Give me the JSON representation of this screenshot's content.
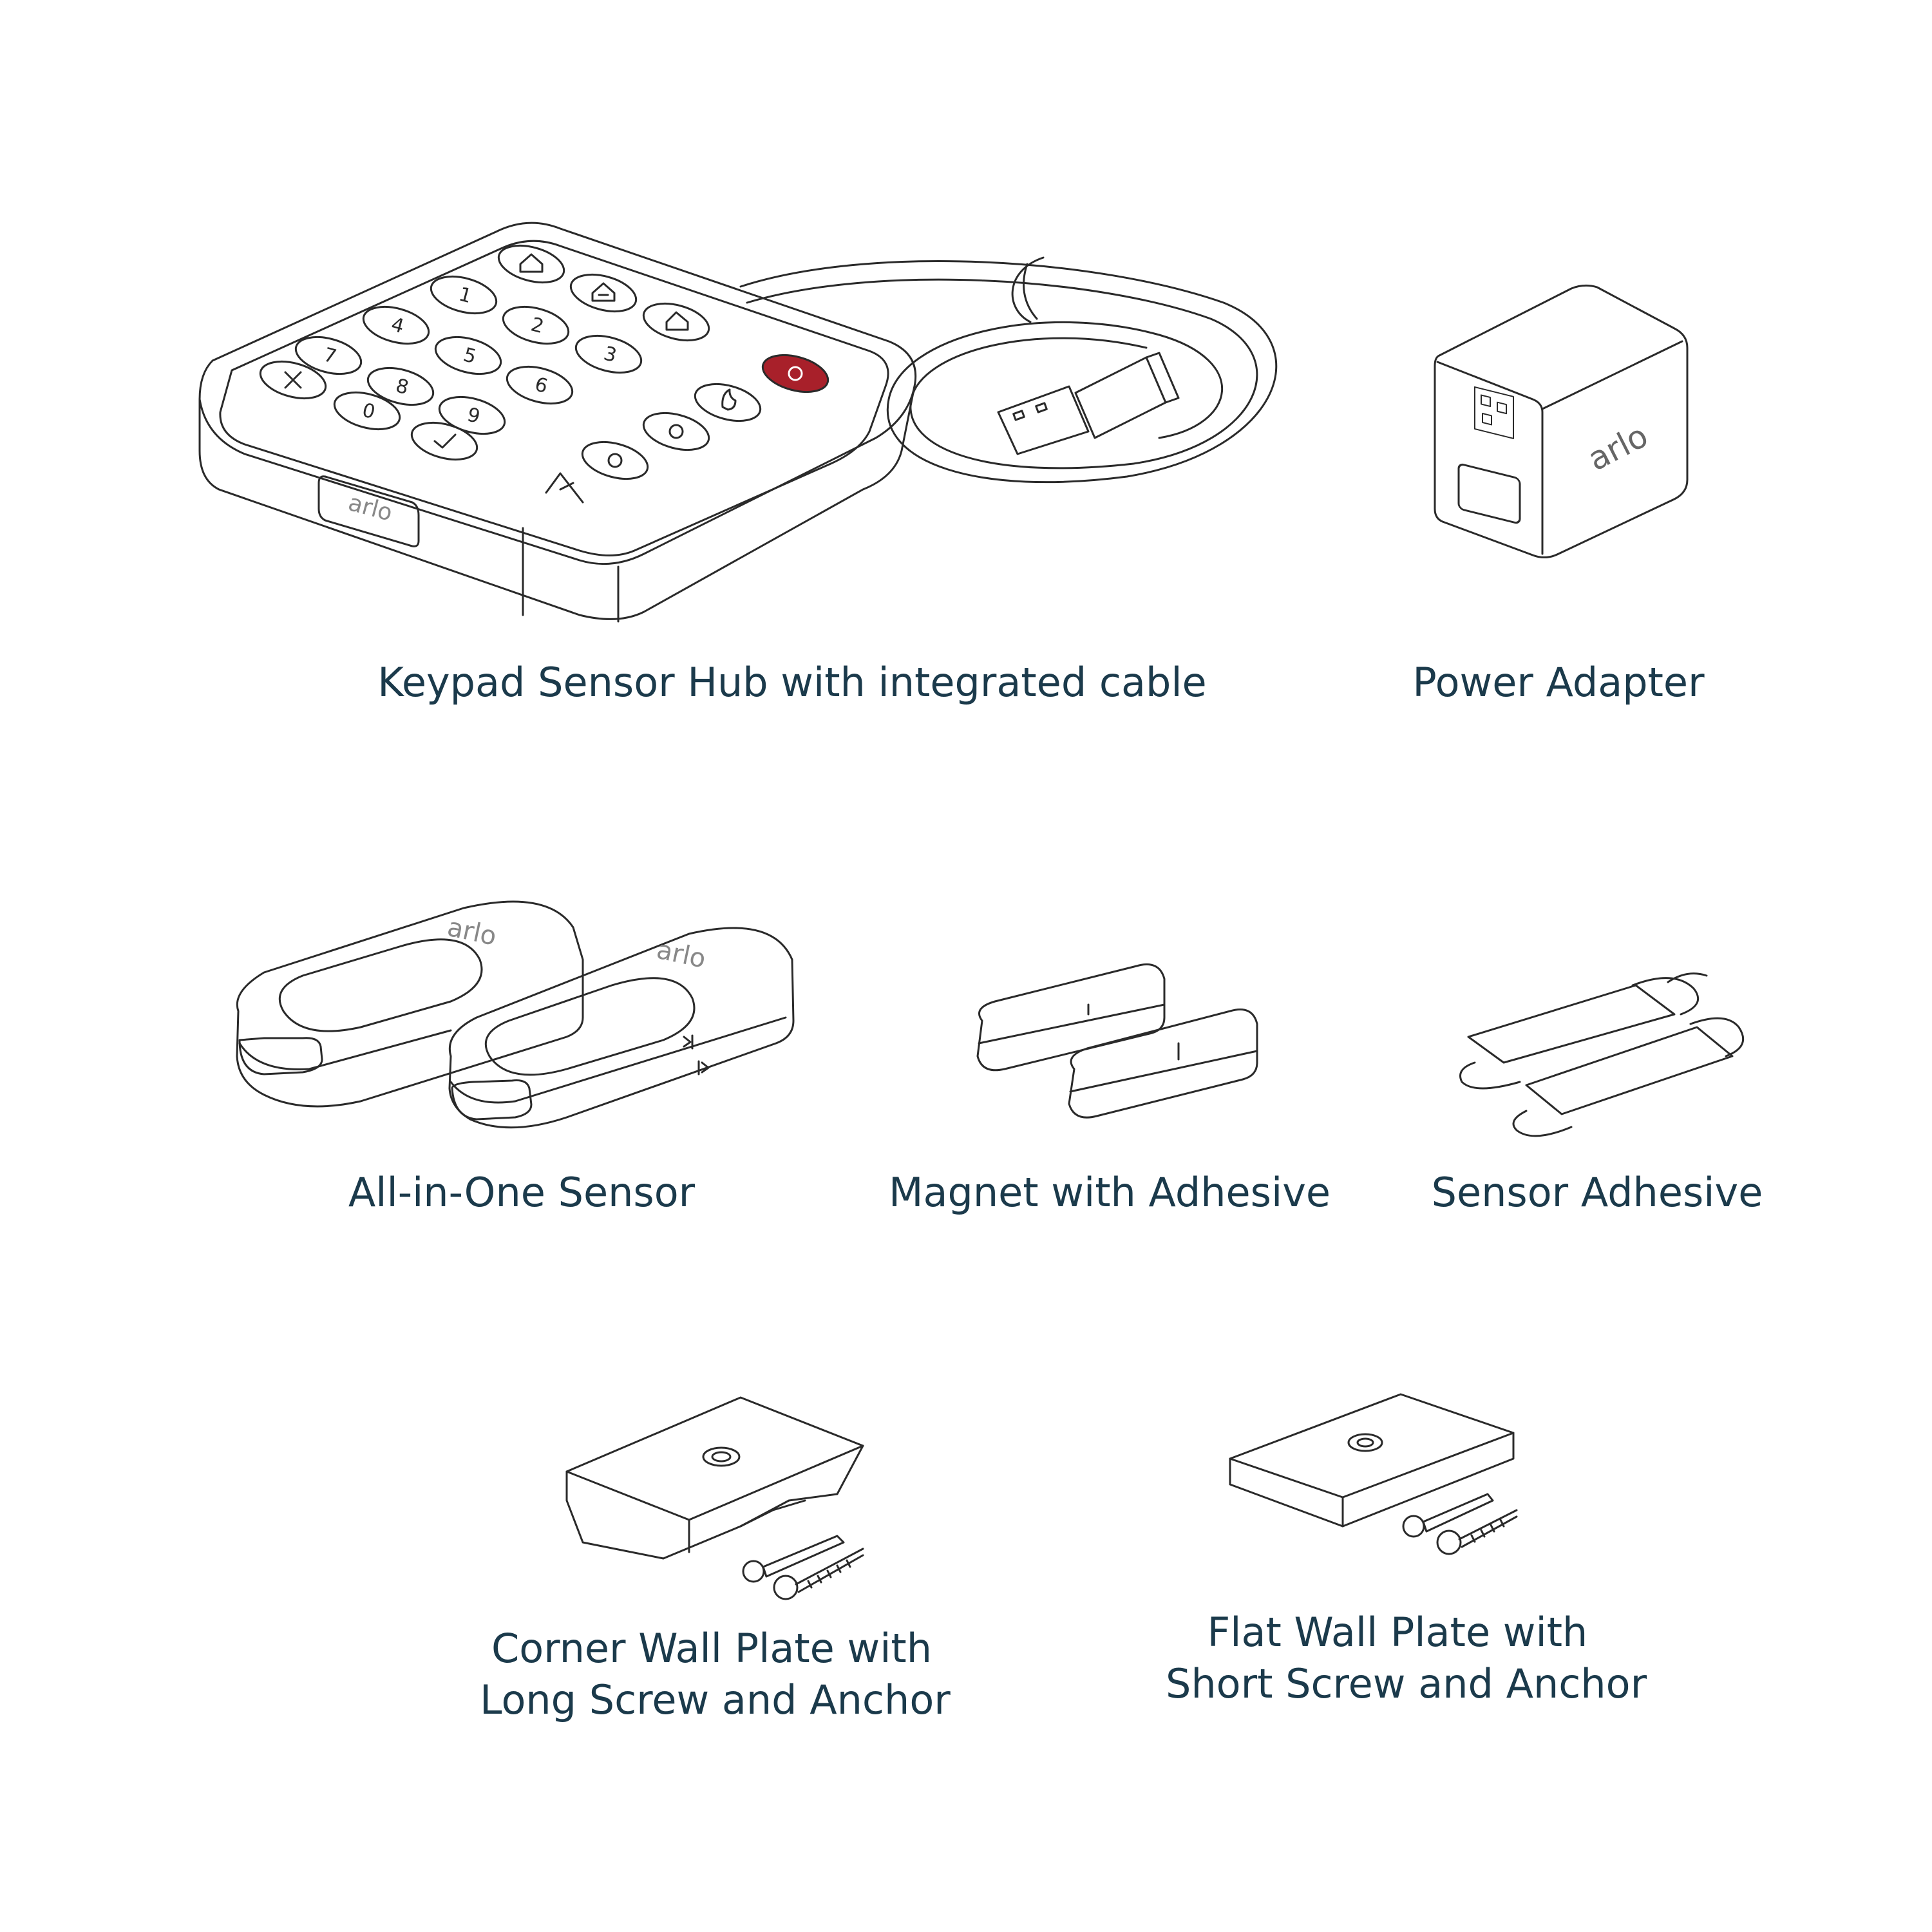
{
  "items": {
    "keypad": {
      "caption": "Keypad Sensor Hub with integrated cable",
      "brand": "arlo"
    },
    "adapter": {
      "caption": "Power Adapter",
      "brand": "arlo"
    },
    "sensor": {
      "caption": "All-in-One Sensor",
      "brand": "arlo"
    },
    "magnet": {
      "caption": "Magnet with Adhesive"
    },
    "sensor_adhesive": {
      "caption": "Sensor Adhesive"
    },
    "corner_plate": {
      "caption_line1": "Corner Wall Plate with",
      "caption_line2": "Long Screw and Anchor"
    },
    "flat_plate": {
      "caption_line1": "Flat Wall Plate with",
      "caption_line2": "Short Screw and Anchor"
    }
  },
  "keypad_keys": [
    "1",
    "2",
    "3",
    "4",
    "5",
    "6",
    "7",
    "8",
    "9",
    "0"
  ],
  "colors": {
    "caption": "#1b3a4b",
    "line": "#2a2a2a",
    "sos_key": "#a8202a"
  },
  "icons": [
    "home-icon",
    "home-stay-icon",
    "away-icon",
    "clear-icon",
    "confirm-icon",
    "sos-icon",
    "fire-icon",
    "police-icon",
    "medical-icon"
  ]
}
